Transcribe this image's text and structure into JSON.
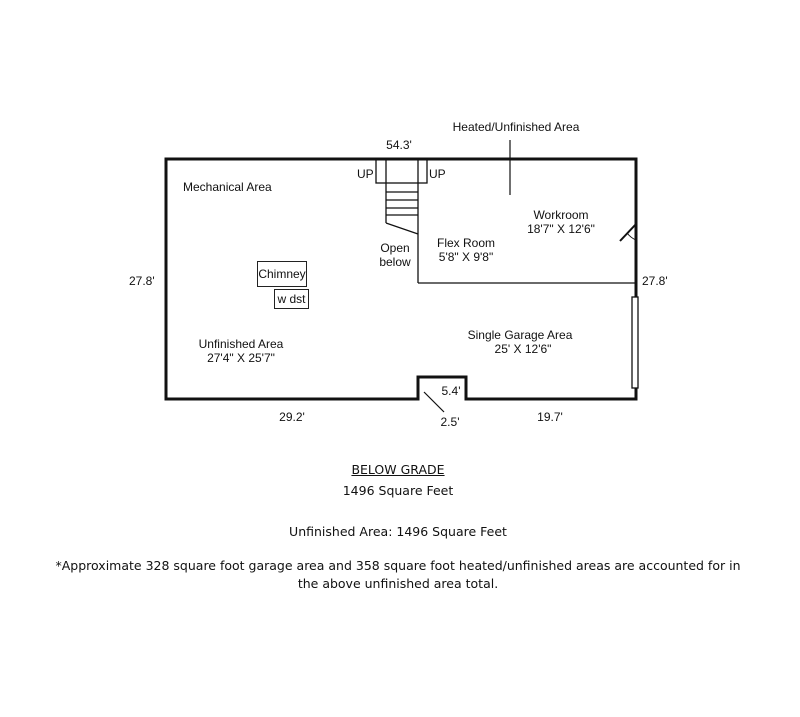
{
  "plan": {
    "labels": {
      "heated": "Heated/Unfinished Area",
      "mechanical": "Mechanical Area",
      "workroom": "Workroom",
      "workroom_dim": "18'7\" X 12'6\"",
      "flex": "Flex Room",
      "flex_dim": "5'8\" X 9'8\"",
      "open1": "Open",
      "open2": "below",
      "up_left": "UP",
      "up_right": "UP",
      "chimney": "Chimney",
      "wdst": "w dst",
      "unfinished": "Unfinished Area",
      "unfinished_dim": "27'4\" X 25'7\"",
      "garage": "Single Garage Area",
      "garage_dim": "25' X 12'6\""
    },
    "dimensions": {
      "top": "54.3'",
      "left": "27.8'",
      "right": "27.8'",
      "bottom_left": "29.2'",
      "bottom_right": "19.7'",
      "notch_width": "5.4'",
      "notch_depth": "2.5'"
    }
  },
  "footer": {
    "grade": "BELOW GRADE",
    "total": "1496 Square Feet",
    "unfinished": "Unfinished Area: 1496 Square Feet",
    "note1": "*Approximate 328 square foot garage area and 358 square foot heated/unfinished areas are accounted for in",
    "note2": "the above unfinished area total."
  }
}
